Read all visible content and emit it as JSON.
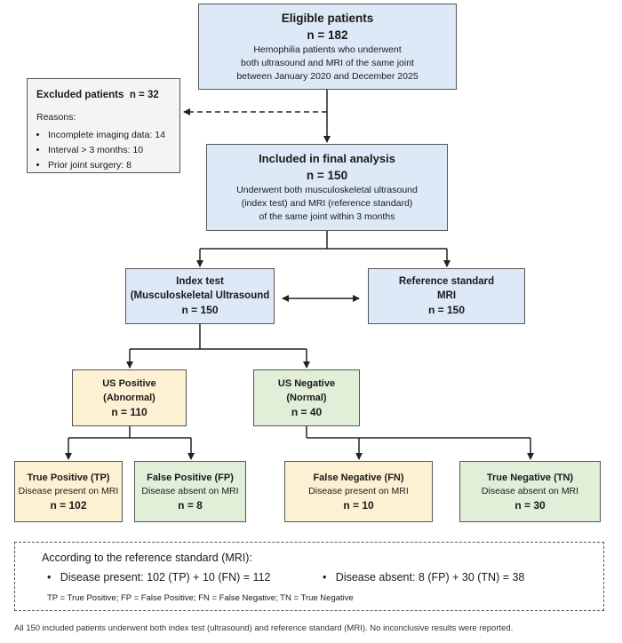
{
  "eligible": {
    "title": "Eligible patients",
    "n": "n = 182",
    "desc_1": "Hemophilia patients who underwent",
    "desc_2": "both ultrasound and MRI of the same joint",
    "desc_3": "between January 2020 and December 2025"
  },
  "excluded": {
    "title": "Excluded patients",
    "n": "n = 32",
    "reasons_label": "Reasons:",
    "reasons": [
      "Incomplete imaging data: 14",
      "Interval > 3 months: 10",
      "Prior joint surgery: 8"
    ]
  },
  "included": {
    "title": "Included in final analysis",
    "n": "n = 150",
    "desc_1": "Underwent both musculoskeletal ultrasound",
    "desc_2": "(index test) and MRI (reference standard)",
    "desc_3": "of the same joint within 3 months"
  },
  "index_test": {
    "title": "Index test",
    "subtitle": "(Musculoskeletal Ultrasound",
    "n": "n = 150"
  },
  "reference": {
    "title": "Reference standard",
    "subtitle": "MRI",
    "n": "n = 150"
  },
  "us_positive": {
    "title": "US Positive",
    "subtitle": "(Abnormal)",
    "n": "n = 110"
  },
  "us_negative": {
    "title": "US Negative",
    "subtitle": "(Normal)",
    "n": "n = 40"
  },
  "tp": {
    "title": "True Positive (TP)",
    "desc": "Disease present on MRI",
    "n": "n = 102"
  },
  "fp": {
    "title": "False Positive (FP)",
    "desc": "Disease absent on MRI",
    "n": "n = 8"
  },
  "fn": {
    "title": "False Negative (FN)",
    "desc": "Disease present on MRI",
    "n": "n = 10"
  },
  "tn": {
    "title": "True Negative (TN)",
    "desc": "Disease absent on MRI",
    "n": "n = 30"
  },
  "summary": {
    "heading": "According to the reference standard (MRI):",
    "present": "Disease present: 102 (TP) + 10 (FN) = 112",
    "absent": "Disease absent: 8 (FP) + 30 (TN) = 38",
    "abbrev": "TP = True Positive; FP = False Positive; FN = False Negative; TN = True Negative"
  },
  "footnote": "All 150 included patients underwent both index test (ultrasound) and reference standard (MRI). No inconclusive results were reported.",
  "colors": {
    "blue_box": "#dde9f7",
    "yellow_box": "#fdf1d3",
    "green_box": "#e1eed8",
    "gray_box": "#f4f4f4",
    "line": "#222222"
  }
}
